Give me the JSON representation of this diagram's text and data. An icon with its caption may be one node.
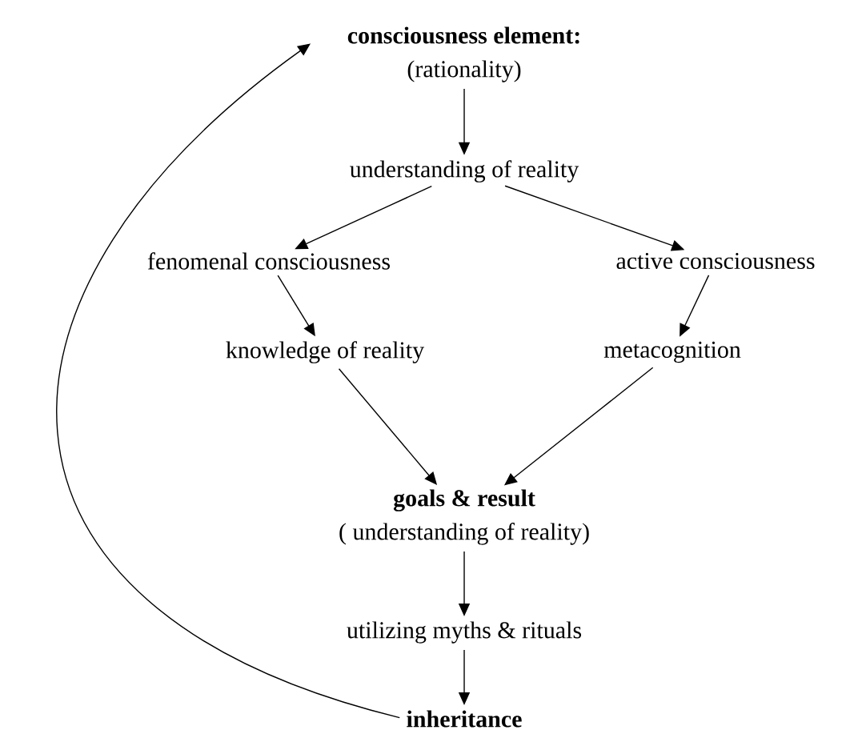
{
  "diagram": {
    "nodes": [
      {
        "text": [
          "consciousness element:",
          "(rationality)"
        ]
      },
      {
        "text": [
          "understanding of reality"
        ]
      },
      {
        "text": [
          "fenomenal consciousness"
        ]
      },
      {
        "text": [
          "active consciousness"
        ]
      },
      {
        "text": [
          "knowledge of reality"
        ]
      },
      {
        "text": [
          "metacognition"
        ]
      },
      {
        "text": [
          "goals & result",
          "( understanding of reality)"
        ]
      },
      {
        "text": [
          "utilizing myths & rituals"
        ]
      },
      {
        "text": [
          "inheritance"
        ]
      }
    ],
    "edges": [
      {
        "from": 0,
        "to": 1,
        "arrow": "to"
      },
      {
        "from": 1,
        "to": 2,
        "arrow": "to"
      },
      {
        "from": 1,
        "to": 3,
        "arrow": "to"
      },
      {
        "from": 2,
        "to": 4,
        "arrow": "to"
      },
      {
        "from": 3,
        "to": 5,
        "arrow": "to"
      },
      {
        "from": 4,
        "to": 6,
        "arrow": "to"
      },
      {
        "from": 5,
        "to": 6,
        "arrow": "to"
      },
      {
        "from": 6,
        "to": 7,
        "arrow": "to"
      },
      {
        "from": 7,
        "to": 8,
        "arrow": "to"
      },
      {
        "from": 8,
        "to": 0,
        "arrow": "to"
      }
    ]
  }
}
